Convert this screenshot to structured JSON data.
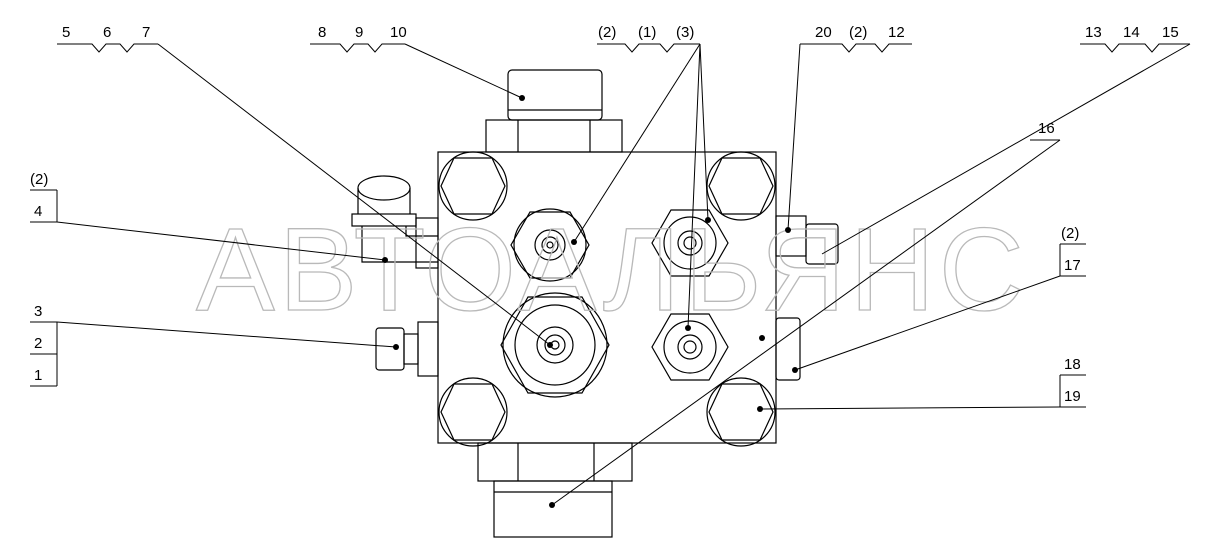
{
  "watermark": "АВТОАЛЬЯНС",
  "callouts": {
    "c1": [
      "5",
      "6",
      "7"
    ],
    "c2": [
      "8",
      "9",
      "10"
    ],
    "c3": [
      "(2)",
      "(1)",
      "(3)"
    ],
    "c4": [
      "20",
      "(2)",
      "12"
    ],
    "c5": [
      "13",
      "14",
      "15"
    ],
    "c6": "16",
    "c7": [
      "(2)",
      "4"
    ],
    "c8": [
      "3",
      "2",
      "1"
    ],
    "c9": [
      "(2)",
      "17"
    ],
    "c10": [
      "18",
      "19"
    ]
  }
}
